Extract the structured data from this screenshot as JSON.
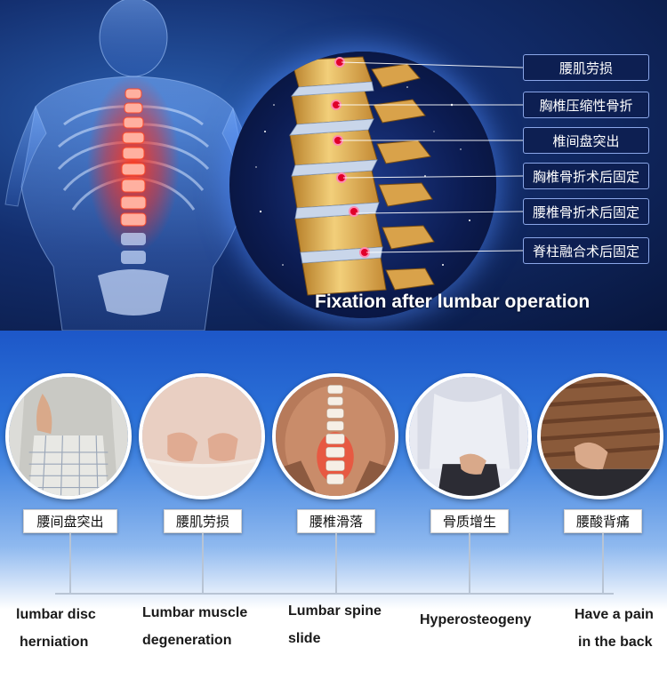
{
  "top": {
    "conditions": [
      "腰肌劳损",
      "胸椎压缩性骨折",
      "椎间盘突出",
      "胸椎骨折术后固定",
      "腰椎骨折术后固定",
      "脊柱融合术后固定"
    ],
    "caption": "Fixation after lumbar operation"
  },
  "bottom": {
    "items": [
      {
        "cn": "腰间盘突出",
        "en_line1": "lumbar disc",
        "en_line2": "herniation"
      },
      {
        "cn": "腰肌劳损",
        "en_line1": "Lumbar muscle",
        "en_line2": "degeneration"
      },
      {
        "cn": "腰椎滑落",
        "en_line1": "Lumbar spine",
        "en_line2": "slide"
      },
      {
        "cn": "骨质增生",
        "en_line1": "Hyperosteogeny",
        "en_line2": ""
      },
      {
        "cn": "腰酸背痛",
        "en_line1": "Have a pain",
        "en_line2": "in the back"
      }
    ]
  },
  "colors": {
    "top_bg": "#132e6e",
    "label_bg": "#0d1f52",
    "bottom_blue": "#2f77dc",
    "spine_bone": "#e6b45a",
    "pain_red": "#ff2a1a"
  }
}
